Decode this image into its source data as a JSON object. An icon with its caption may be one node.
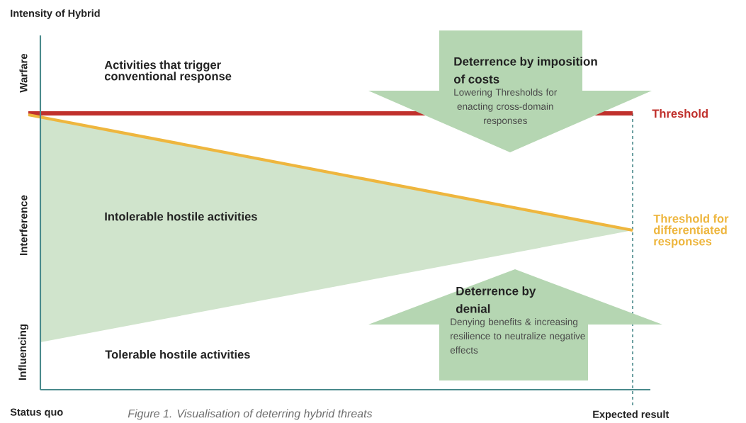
{
  "diagram": {
    "caption": "Figure 1. Visualisation of deterring hybrid threats",
    "nodes": [
      {
        "text": [
          "Deterrence by imposition of costs",
          "Lowering Thresholds for enacting cross-domain responses"
        ]
      },
      {
        "text": [
          "Deterrence by denial",
          "Denying benefits & increasing resilience to neutralize negative effects"
        ]
      }
    ],
    "labels": [
      "Intensity of Hybrid",
      "Warfare",
      "Activities that trigger conventional response",
      "Threshold",
      "Interference",
      "Intolerable hostile activities",
      "Threshold for differentiated responses",
      "Influencing",
      "Tolerable hostile activities",
      "Status quo",
      "Expected result"
    ]
  }
}
